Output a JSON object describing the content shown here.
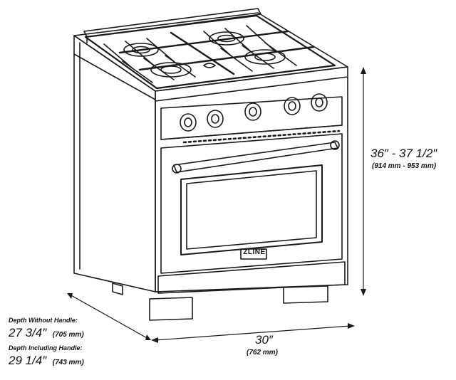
{
  "brand": "ZLINE",
  "dimensions": {
    "height": {
      "imperial": "36″ - 37 1/2″",
      "metric": "(914 mm - 953 mm)"
    },
    "width": {
      "imperial": "30″",
      "metric": "(762 mm)"
    },
    "depth_without_handle": {
      "caption": "Depth Without Handle:",
      "imperial": "27 3/4″",
      "metric": "(705 mm)"
    },
    "depth_including_handle": {
      "caption": "Depth Including Handle:",
      "imperial": "29 1/4″",
      "metric": "(743 mm)"
    }
  }
}
